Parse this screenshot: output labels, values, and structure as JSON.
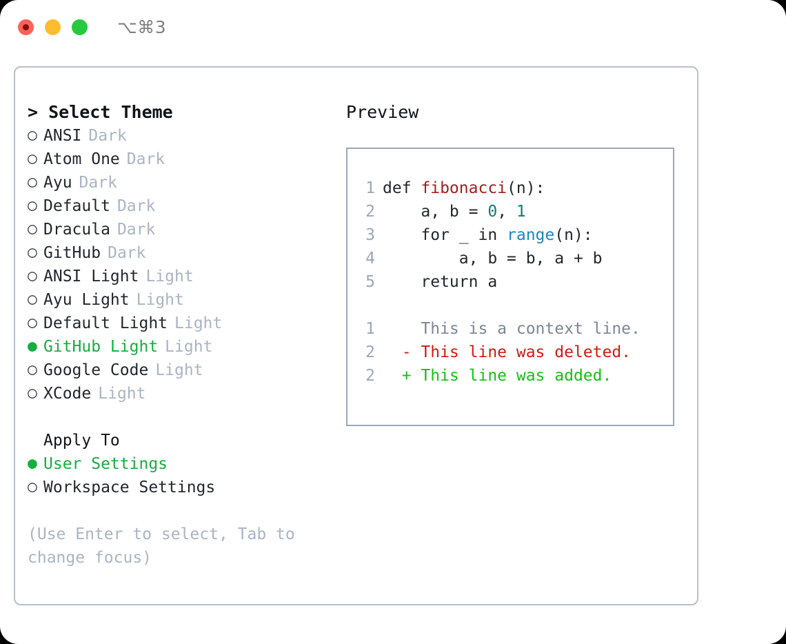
{
  "titlebar": {
    "shortcut": "⌥⌘3",
    "buttons": [
      {
        "name": "close-button",
        "color": "#fd6159"
      },
      {
        "name": "minimize-button",
        "color": "#febd2e"
      },
      {
        "name": "maximize-button",
        "color": "#28c93f"
      }
    ]
  },
  "theme_picker": {
    "prompt": ">",
    "title": "Select Theme",
    "options": [
      {
        "bullet": "○",
        "label": "ANSI",
        "suffix": "Dark",
        "selected": false
      },
      {
        "bullet": "○",
        "label": "Atom One",
        "suffix": "Dark",
        "selected": false
      },
      {
        "bullet": "○",
        "label": "Ayu",
        "suffix": "Dark",
        "selected": false
      },
      {
        "bullet": "○",
        "label": "Default",
        "suffix": "Dark",
        "selected": false
      },
      {
        "bullet": "○",
        "label": "Dracula",
        "suffix": "Dark",
        "selected": false
      },
      {
        "bullet": "○",
        "label": "GitHub",
        "suffix": "Dark",
        "selected": false
      },
      {
        "bullet": "○",
        "label": "ANSI Light",
        "suffix": "Light",
        "selected": false
      },
      {
        "bullet": "○",
        "label": "Ayu Light",
        "suffix": "Light",
        "selected": false
      },
      {
        "bullet": "○",
        "label": "Default Light",
        "suffix": "Light",
        "selected": false
      },
      {
        "bullet": "●",
        "label": "GitHub Light",
        "suffix": "Light",
        "selected": true
      },
      {
        "bullet": "○",
        "label": "Google Code",
        "suffix": "Light",
        "selected": false
      },
      {
        "bullet": "○",
        "label": "XCode",
        "suffix": "Light",
        "selected": false
      }
    ]
  },
  "apply_to": {
    "title": "Apply To",
    "options": [
      {
        "bullet": "●",
        "label": "User Settings",
        "selected": true
      },
      {
        "bullet": "○",
        "label": "Workspace Settings",
        "selected": false
      }
    ]
  },
  "hint": "(Use Enter to select, Tab to change focus)",
  "preview": {
    "title": "Preview",
    "code_lines": [
      {
        "no": "1",
        "segments": [
          {
            "text": "def ",
            "kind": "plain"
          },
          {
            "text": "fibonacci",
            "kind": "fn"
          },
          {
            "text": "(n):",
            "kind": "plain"
          }
        ]
      },
      {
        "no": "2",
        "segments": [
          {
            "text": "    a, b = ",
            "kind": "plain"
          },
          {
            "text": "0",
            "kind": "num"
          },
          {
            "text": ", ",
            "kind": "plain"
          },
          {
            "text": "1",
            "kind": "num"
          }
        ]
      },
      {
        "no": "3",
        "segments": [
          {
            "text": "    for _ in ",
            "kind": "plain"
          },
          {
            "text": "range",
            "kind": "call"
          },
          {
            "text": "(n):",
            "kind": "plain"
          }
        ]
      },
      {
        "no": "4",
        "segments": [
          {
            "text": "        a, b = b, a + b",
            "kind": "plain"
          }
        ]
      },
      {
        "no": "5",
        "segments": [
          {
            "text": "    return a",
            "kind": "plain"
          }
        ]
      }
    ],
    "diff_lines": [
      {
        "no": "1",
        "marker": "  ",
        "text": "This is a context line.",
        "kind": "ctx"
      },
      {
        "no": "2",
        "marker": "- ",
        "text": "This line was deleted.",
        "kind": "del"
      },
      {
        "no": "2",
        "marker": "+ ",
        "text": "This line was added.",
        "kind": "add"
      }
    ]
  },
  "colors": {
    "accent_green": "#17ad3f",
    "diff_add": "#14c014",
    "diff_del": "#d01a12",
    "muted": "#aab4c2",
    "border": "#b6bfcc",
    "preview_border": "#9aa7b8"
  }
}
